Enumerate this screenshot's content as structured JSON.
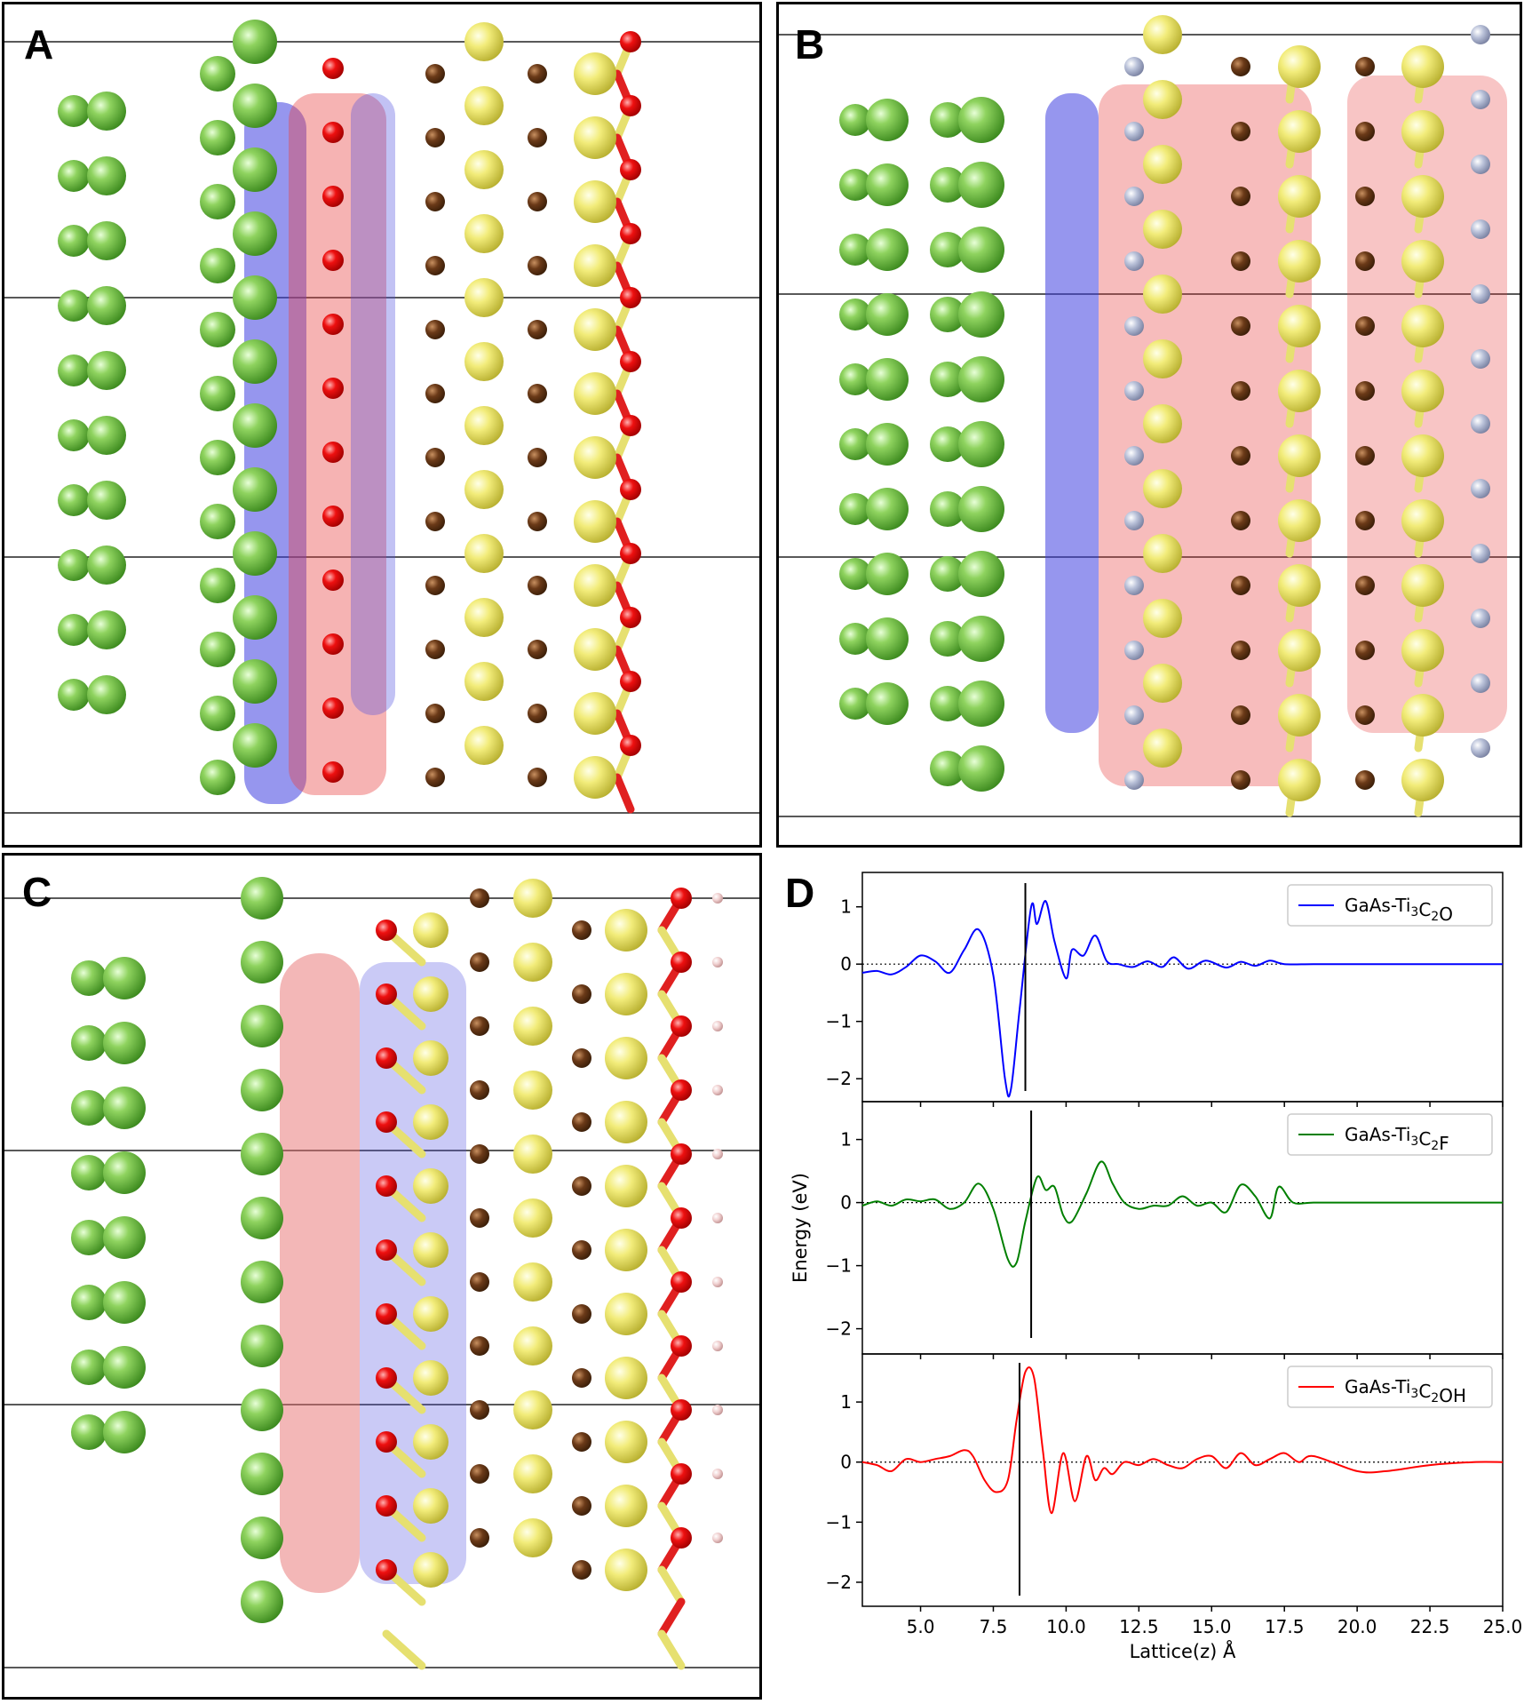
{
  "figure": {
    "panels": [
      {
        "label": "A"
      },
      {
        "label": "B"
      },
      {
        "label": "C"
      },
      {
        "label": "D"
      }
    ]
  },
  "chart_data": [
    {
      "type": "line",
      "series": [
        {
          "name": "GaAs-Ti3C2O",
          "color": "#0000ff"
        }
      ],
      "interface_line_x": 8.6,
      "x": [
        3.0,
        3.5,
        4.0,
        4.5,
        5.0,
        5.5,
        6.0,
        6.5,
        7.0,
        7.5,
        7.9,
        8.1,
        8.4,
        8.8,
        9.0,
        9.3,
        9.6,
        10.0,
        10.2,
        10.6,
        11.0,
        11.4,
        11.8,
        12.3,
        12.8,
        13.3,
        13.7,
        14.2,
        14.8,
        15.5,
        16.0,
        16.5,
        17.0,
        17.5,
        18.5,
        20.0,
        22.5,
        25.0
      ],
      "y": [
        -0.15,
        -0.12,
        -0.18,
        -0.05,
        0.15,
        0.05,
        -0.15,
        0.25,
        0.6,
        -0.2,
        -2.0,
        -2.2,
        -0.8,
        1.0,
        0.7,
        1.1,
        0.4,
        -0.25,
        0.25,
        0.15,
        0.5,
        0.05,
        0.0,
        -0.05,
        0.05,
        -0.05,
        0.12,
        -0.08,
        0.06,
        -0.06,
        0.04,
        -0.03,
        0.06,
        0.0,
        0.0,
        0.0,
        0.0,
        0.0
      ],
      "xlim": [
        3.0,
        25.0
      ],
      "ylim": [
        -2.4,
        1.6
      ],
      "xticks": [
        "5.0",
        "7.5",
        "10.0",
        "12.5",
        "15.0",
        "17.5",
        "20.0",
        "22.5",
        "25.0"
      ],
      "yticks": [
        1,
        0,
        -1,
        -2
      ],
      "ytick_labels": [
        "1",
        "0",
        "−1",
        "−2"
      ],
      "legend": {
        "text": "GaAs-Ti",
        "sub1": "3",
        "mid": "C",
        "sub2": "2",
        "tail": "O",
        "position": "top-right"
      }
    },
    {
      "type": "line",
      "series": [
        {
          "name": "GaAs-Ti3C2F",
          "color": "#007f00"
        }
      ],
      "interface_line_x": 8.8,
      "x": [
        3.0,
        3.5,
        4.0,
        4.5,
        5.0,
        5.5,
        6.0,
        6.5,
        7.0,
        7.5,
        8.0,
        8.3,
        8.6,
        9.0,
        9.3,
        9.6,
        9.9,
        10.2,
        10.7,
        11.2,
        11.6,
        12.0,
        12.5,
        13.0,
        13.5,
        14.0,
        14.5,
        15.0,
        15.5,
        16.0,
        16.5,
        17.0,
        17.3,
        17.8,
        18.5,
        20.0,
        22.5,
        25.0
      ],
      "y": [
        -0.05,
        0.02,
        -0.05,
        0.05,
        0.02,
        0.05,
        -0.1,
        0.0,
        0.3,
        -0.1,
        -0.9,
        -0.95,
        -0.3,
        0.4,
        0.2,
        0.25,
        -0.2,
        -0.3,
        0.15,
        0.65,
        0.3,
        0.0,
        -0.1,
        -0.05,
        -0.05,
        0.1,
        -0.05,
        0.0,
        -0.15,
        0.28,
        0.1,
        -0.25,
        0.25,
        0.0,
        0.0,
        0.0,
        0.0,
        0.0
      ],
      "xlim": [
        3.0,
        25.0
      ],
      "ylim": [
        -2.4,
        1.6
      ],
      "xticks": [
        "5.0",
        "7.5",
        "10.0",
        "12.5",
        "15.0",
        "17.5",
        "20.0",
        "22.5",
        "25.0"
      ],
      "yticks": [
        1,
        0,
        -1,
        -2
      ],
      "ytick_labels": [
        "1",
        "0",
        "−1",
        "−2"
      ],
      "ylabel": "Energy (eV)",
      "legend": {
        "text": "GaAs-Ti",
        "sub1": "3",
        "mid": "C",
        "sub2": "2",
        "tail": "F",
        "position": "top-right"
      }
    },
    {
      "type": "line",
      "series": [
        {
          "name": "GaAs-Ti3C2OH",
          "color": "#ff0000"
        }
      ],
      "interface_line_x": 8.4,
      "x": [
        3.0,
        3.5,
        4.0,
        4.5,
        5.0,
        5.5,
        6.0,
        6.5,
        6.8,
        7.2,
        7.6,
        8.0,
        8.3,
        8.6,
        8.9,
        9.2,
        9.5,
        9.9,
        10.3,
        10.7,
        11.0,
        11.3,
        11.6,
        12.0,
        12.5,
        13.0,
        13.5,
        14.0,
        14.5,
        15.0,
        15.5,
        16.0,
        16.5,
        17.0,
        17.5,
        18.0,
        18.5,
        20.0,
        21.0,
        22.5,
        24.0,
        25.0
      ],
      "y": [
        0.0,
        -0.05,
        -0.15,
        0.05,
        0.0,
        0.05,
        0.1,
        0.2,
        0.1,
        -0.3,
        -0.5,
        -0.3,
        0.7,
        1.5,
        1.4,
        0.2,
        -0.85,
        0.15,
        -0.65,
        0.1,
        -0.3,
        -0.1,
        -0.2,
        0.0,
        -0.05,
        0.05,
        -0.05,
        -0.1,
        0.05,
        0.1,
        -0.1,
        0.15,
        -0.05,
        0.05,
        0.15,
        0.0,
        0.1,
        -0.15,
        -0.15,
        -0.05,
        0.0,
        0.0
      ],
      "xlim": [
        3.0,
        25.0
      ],
      "ylim": [
        -2.4,
        1.8
      ],
      "xticks": [
        "5.0",
        "7.5",
        "10.0",
        "12.5",
        "15.0",
        "17.5",
        "20.0",
        "22.5",
        "25.0"
      ],
      "yticks": [
        1,
        0,
        -1,
        -2
      ],
      "ytick_labels": [
        "1",
        "0",
        "−1",
        "−2"
      ],
      "xlabel": "Lattice(z) Å",
      "legend": {
        "text": "GaAs-Ti",
        "sub1": "3",
        "mid": "C",
        "sub2": "2",
        "tail": "OH",
        "position": "top-right"
      }
    }
  ]
}
